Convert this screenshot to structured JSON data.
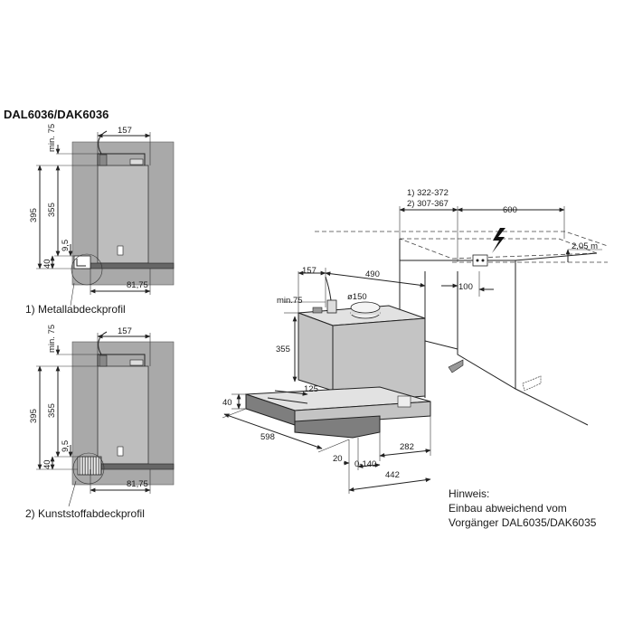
{
  "title": "DAL6036/DAK6036",
  "profile1_caption": "1) Metallabdeckprofil",
  "profile2_caption": "2) Kunststoffabdeckprofil",
  "side_views": {
    "dim_157": "157",
    "dim_min75": "min. 75",
    "dim_395": "395",
    "dim_355": "355",
    "dim_9_5": "9,5",
    "dim_40": "40",
    "dim_81_75": "81,75"
  },
  "iso_view": {
    "dim_opt1": "1) 322-372",
    "dim_opt2": "2) 307-367",
    "dim_600": "600",
    "dim_2_05m": "2,05 m",
    "dim_157": "157",
    "dim_490": "490",
    "dim_100": "100",
    "dim_min75": "min.75",
    "dim_dia150": "ø150",
    "dim_355": "355",
    "dim_125": "125",
    "dim_40": "40",
    "dim_598": "598",
    "dim_282": "282",
    "dim_20": "20",
    "dim_0_140": "0-140",
    "dim_442": "442"
  },
  "note": {
    "heading": "Hinweis:",
    "line1": "Einbau abweichend vom",
    "line2": "Vorgänger DAL6035/DAK6035"
  }
}
